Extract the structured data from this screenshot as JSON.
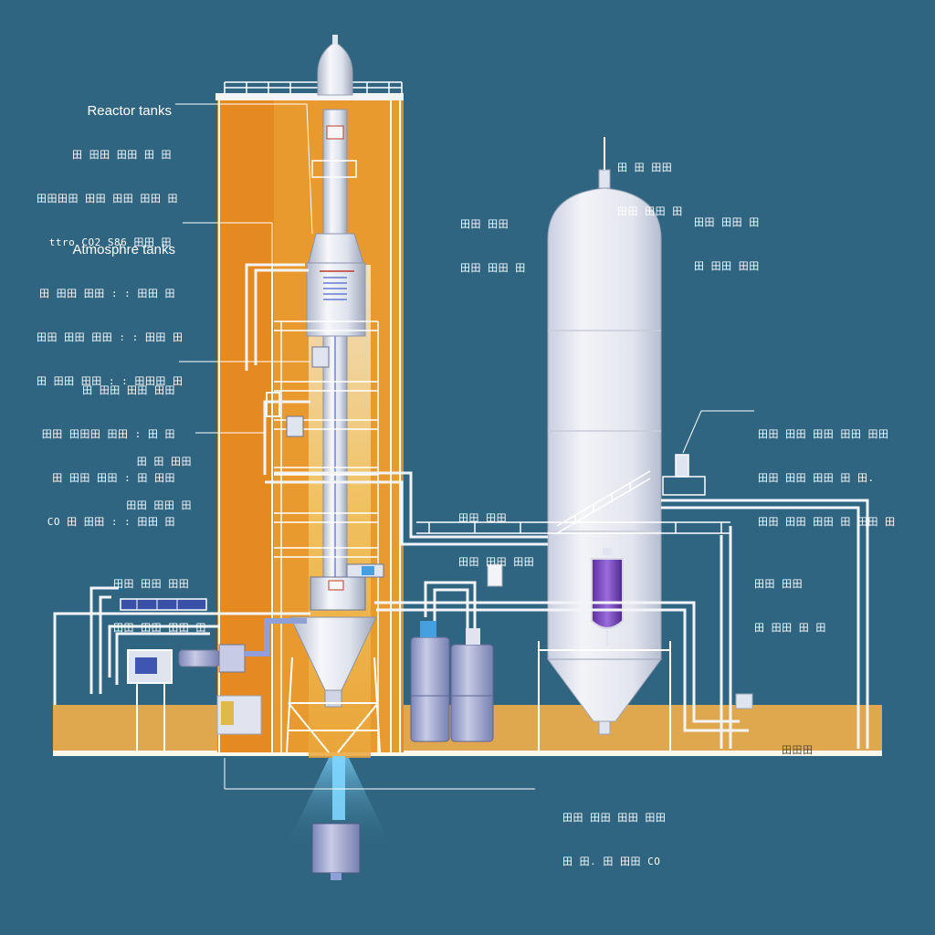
{
  "labels": {
    "reactor": {
      "title": "Reactor tanks",
      "lines": [
        "田 田田 田田 田 田",
        "田田田田 田田 田田 田田 田",
        "ttro CO2 S86 田田 田"
      ]
    },
    "atmosphere": {
      "title": "Atmosphre tanks",
      "lines": [
        "田 田田 田田 : : 田田 田",
        "田田 田田 田田 : : 田田 田",
        "田 田田 田田 : : 田田田 田"
      ]
    },
    "left_mid": {
      "lines": [
        "田 田田 田田 田田",
        "田田 田田田 田田 : 田 田",
        "田 田田 田田 : 田 田田",
        "CO 田 田田 : : 田田 田"
      ]
    },
    "left_small": {
      "lines": [
        "田 田 田田",
        "田田 田田 田"
      ]
    },
    "left_low": {
      "lines": [
        "田田 田田 田田",
        "田田 田田 田田 田"
      ]
    },
    "center": {
      "lines": [
        "田田 田田",
        "田田 田田 田田"
      ]
    },
    "top_mid": {
      "lines": [
        "田 田 田田",
        "田田 田田 田"
      ]
    },
    "silo_left": {
      "lines": [
        "田田 田田",
        "田田 田田 田"
      ]
    },
    "silo_right": {
      "lines": [
        "田田 田田 田",
        "田 田田 田田"
      ]
    },
    "right_mid": {
      "lines": [
        "田田 田田 田田 田田 田田",
        "田田 田田 田田 田 田.",
        "田田 田田 田田 田 田田 田"
      ]
    },
    "right_low": {
      "lines": [
        "田田 田田",
        "田 田田 田 田"
      ]
    },
    "ground_tag": {
      "lines": [
        "田田田"
      ]
    },
    "bottom": {
      "lines": [
        "田田 田田 田田 田田",
        "田 田. 田 田田 CO"
      ]
    }
  },
  "colors": {
    "background": "#2f6580",
    "ground": "#e0a84e",
    "tower_wall": "#e58a20",
    "metal": "#dfe4ee",
    "pipe": "#f2f4f8",
    "vessel_accent": "#7a4cc0",
    "flame": "#4aa8e8"
  }
}
